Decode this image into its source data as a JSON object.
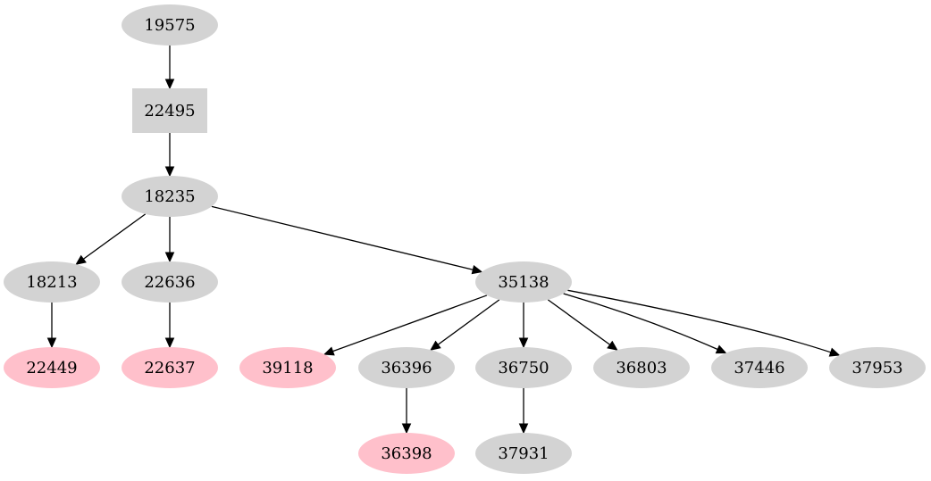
{
  "colors": {
    "default_node": "#d3d3d3",
    "highlight_node": "#ffc0cb",
    "edge": "#000000",
    "background": "#ffffff"
  },
  "nodes": [
    {
      "id": "19575",
      "label": "19575",
      "shape": "ellipse",
      "color": "default_node"
    },
    {
      "id": "22495",
      "label": "22495",
      "shape": "box",
      "color": "default_node"
    },
    {
      "id": "18235",
      "label": "18235",
      "shape": "ellipse",
      "color": "default_node"
    },
    {
      "id": "18213",
      "label": "18213",
      "shape": "ellipse",
      "color": "default_node"
    },
    {
      "id": "22636",
      "label": "22636",
      "shape": "ellipse",
      "color": "default_node"
    },
    {
      "id": "35138",
      "label": "35138",
      "shape": "ellipse",
      "color": "default_node"
    },
    {
      "id": "22449",
      "label": "22449",
      "shape": "ellipse",
      "color": "highlight_node"
    },
    {
      "id": "22637",
      "label": "22637",
      "shape": "ellipse",
      "color": "highlight_node"
    },
    {
      "id": "39118",
      "label": "39118",
      "shape": "ellipse",
      "color": "highlight_node"
    },
    {
      "id": "36396",
      "label": "36396",
      "shape": "ellipse",
      "color": "default_node"
    },
    {
      "id": "36750",
      "label": "36750",
      "shape": "ellipse",
      "color": "default_node"
    },
    {
      "id": "36803",
      "label": "36803",
      "shape": "ellipse",
      "color": "default_node"
    },
    {
      "id": "37446",
      "label": "37446",
      "shape": "ellipse",
      "color": "default_node"
    },
    {
      "id": "37953",
      "label": "37953",
      "shape": "ellipse",
      "color": "default_node"
    },
    {
      "id": "36398",
      "label": "36398",
      "shape": "ellipse",
      "color": "highlight_node"
    },
    {
      "id": "37931",
      "label": "37931",
      "shape": "ellipse",
      "color": "default_node"
    }
  ],
  "edges": [
    {
      "from": "19575",
      "to": "22495"
    },
    {
      "from": "22495",
      "to": "18235"
    },
    {
      "from": "18235",
      "to": "18213"
    },
    {
      "from": "18235",
      "to": "22636"
    },
    {
      "from": "18235",
      "to": "35138"
    },
    {
      "from": "18213",
      "to": "22449"
    },
    {
      "from": "22636",
      "to": "22637"
    },
    {
      "from": "35138",
      "to": "39118"
    },
    {
      "from": "35138",
      "to": "36396"
    },
    {
      "from": "35138",
      "to": "36750"
    },
    {
      "from": "35138",
      "to": "36803"
    },
    {
      "from": "35138",
      "to": "37446"
    },
    {
      "from": "35138",
      "to": "37953"
    },
    {
      "from": "36396",
      "to": "36398"
    },
    {
      "from": "36750",
      "to": "37931"
    }
  ]
}
